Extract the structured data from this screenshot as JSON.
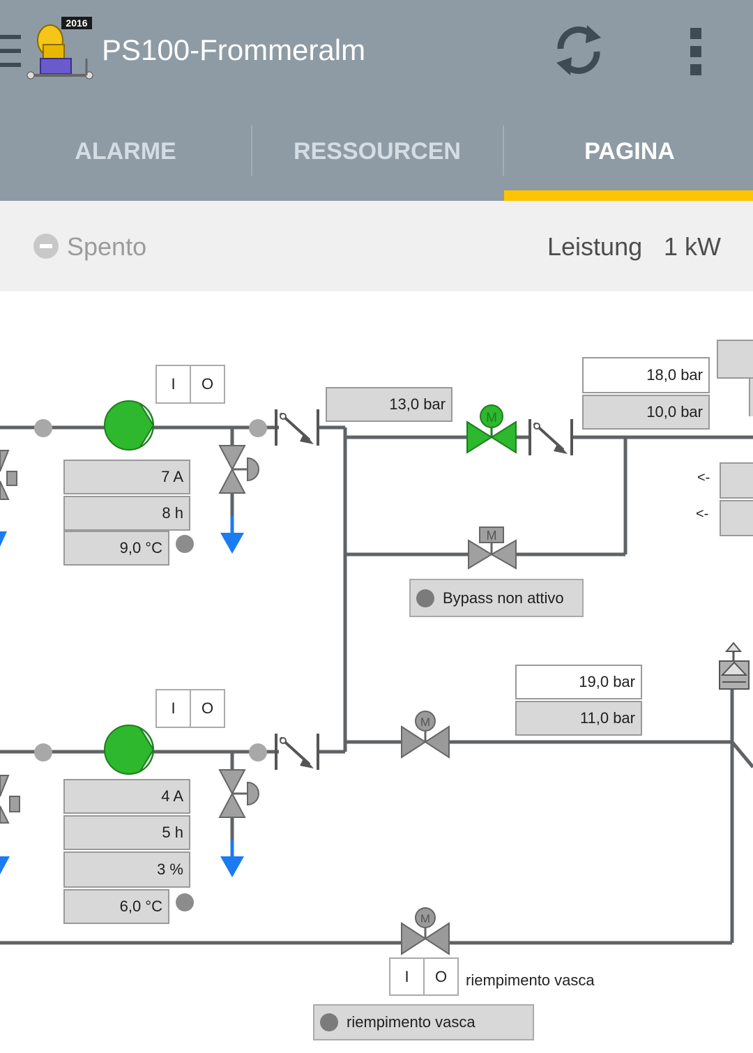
{
  "appbar": {
    "badge_year": "2016",
    "title": "PS100-Frommeralm"
  },
  "tabs": [
    {
      "label": "ALARME",
      "active": false
    },
    {
      "label": "RESSOURCEN",
      "active": false
    },
    {
      "label": "PAGINA",
      "active": true
    }
  ],
  "status": {
    "state": "Spento",
    "power_label": "Leistung",
    "power_value": "1 kW"
  },
  "pump1": {
    "switch": {
      "on": "I",
      "off": "O"
    },
    "current": "7 A",
    "hours": "8 h",
    "temperature": "9,0 °C"
  },
  "pump2": {
    "switch": {
      "on": "I",
      "off": "O"
    },
    "current": "4 A",
    "hours": "5 h",
    "percent": "3 %",
    "temperature": "6,0 °C"
  },
  "pressures": {
    "line_upper": "13,0 bar",
    "right_upper_set": "18,0 bar",
    "right_upper_actual": "10,0 bar",
    "right_lower_set": "19,0 bar",
    "right_lower_actual": "11,0 bar"
  },
  "arrows": {
    "arrow1": "<-",
    "arrow2": "<-"
  },
  "bypass": {
    "label": "Bypass non attivo"
  },
  "fill": {
    "switch": {
      "on": "I",
      "off": "O"
    },
    "label": "riempimento vasca",
    "status_label": "riempimento vasca"
  },
  "colors": {
    "pump_green": "#2db82d",
    "water_blue": "#1a7cf0",
    "accent": "#ffc400"
  }
}
